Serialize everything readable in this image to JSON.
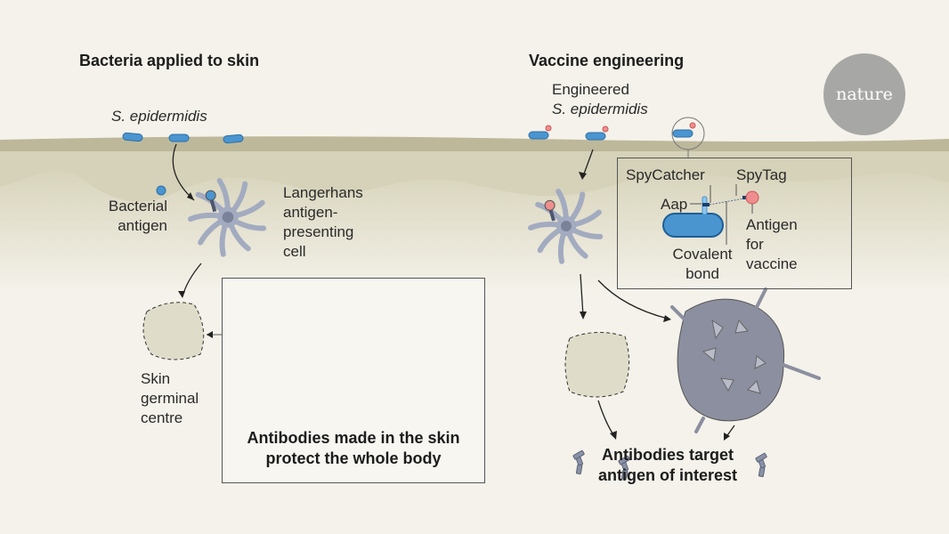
{
  "left_panel": {
    "title": "Bacteria applied to skin",
    "bacteria_label": "S. epidermidis",
    "antigen_label": "Bacterial antigen",
    "cell_label": "Langerhans antigen-presenting cell",
    "germinal_label": "Skin germinal centre",
    "inset_caption": "Antibodies made in the skin protect the whole body"
  },
  "right_panel": {
    "title": "Vaccine engineering",
    "bacteria_label_1": "Engineered",
    "bacteria_label_2": "S. epidermidis",
    "spycatcher_label": "SpyCatcher",
    "spytag_label": "SpyTag",
    "aap_label": "Aap",
    "antigen_label": "Antigen for vaccine",
    "bond_label": "Covalent bond",
    "result_caption": "Antibodies target antigen of interest"
  },
  "logo": "nature",
  "colors": {
    "background": "#f4f2ea",
    "skin": "#bdb89a",
    "bacteria": "#4a95d0",
    "cell": "#a3abc0",
    "antigen_pink": "#ef8e8e"
  }
}
